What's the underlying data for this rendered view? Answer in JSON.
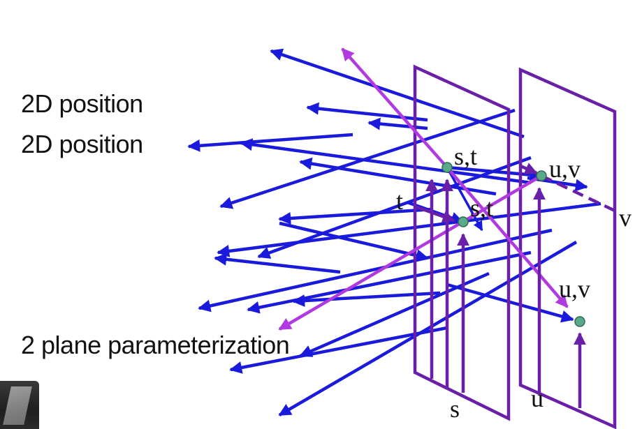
{
  "labels": {
    "position_1": "2D position",
    "position_2": "2D position",
    "parameterization": "2 plane parameterization"
  },
  "plane_labels": {
    "st_upper": "s,t",
    "uv_upper": "u,v",
    "st_lower": "s,t",
    "uv_lower": "u,v",
    "t_axis": "t",
    "v_axis": "v",
    "s_axis": "s",
    "u_axis": "u"
  },
  "colors": {
    "ray": "#1a1adc",
    "highlight_ray": "#b03ae0",
    "plane": "#6a1fa8",
    "sample_point": "#5aa98a"
  }
}
